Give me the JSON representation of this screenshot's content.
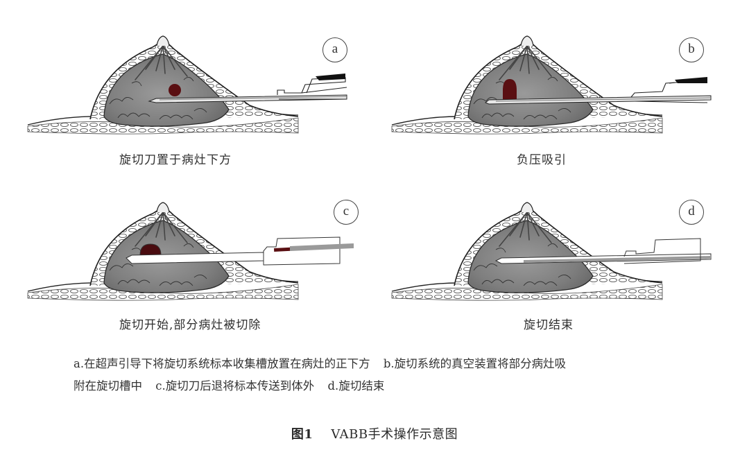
{
  "figure": {
    "number": "图1",
    "title": "VABB手术操作示意图"
  },
  "panels": [
    {
      "id": "a",
      "label": "a",
      "caption": "旋切刀置于病灶下方",
      "stage": "needle-below-lesion",
      "lesion_color": "#5a0f12"
    },
    {
      "id": "b",
      "label": "b",
      "caption": "负压吸引",
      "stage": "vacuum-suction",
      "lesion_color": "#5a0f12"
    },
    {
      "id": "c",
      "label": "c",
      "caption": "旋切开始,部分病灶被切除",
      "stage": "cutting-partial-removal",
      "lesion_color": "#4a0c10"
    },
    {
      "id": "d",
      "label": "d",
      "caption": "旋切结束",
      "stage": "cutting-complete",
      "lesion_color": null
    }
  ],
  "legend": {
    "line1": [
      {
        "key": "a.",
        "text": "在超声引导下将旋切系统标本收集槽放置在病灶的正下方"
      },
      {
        "key": "b.",
        "text": "旋切系统的真空装置将部分病灶吸"
      }
    ],
    "line2": [
      {
        "key": "",
        "text": "附在旋切槽中"
      },
      {
        "key": "c.",
        "text": "旋切刀后退将标本传送到体外"
      },
      {
        "key": "d.",
        "text": "旋切结束"
      }
    ]
  },
  "colors": {
    "tissue_gray": "#8a8a8a",
    "outline": "#1e1e1e",
    "lesion": "#5a0f12",
    "background": "#ffffff"
  }
}
